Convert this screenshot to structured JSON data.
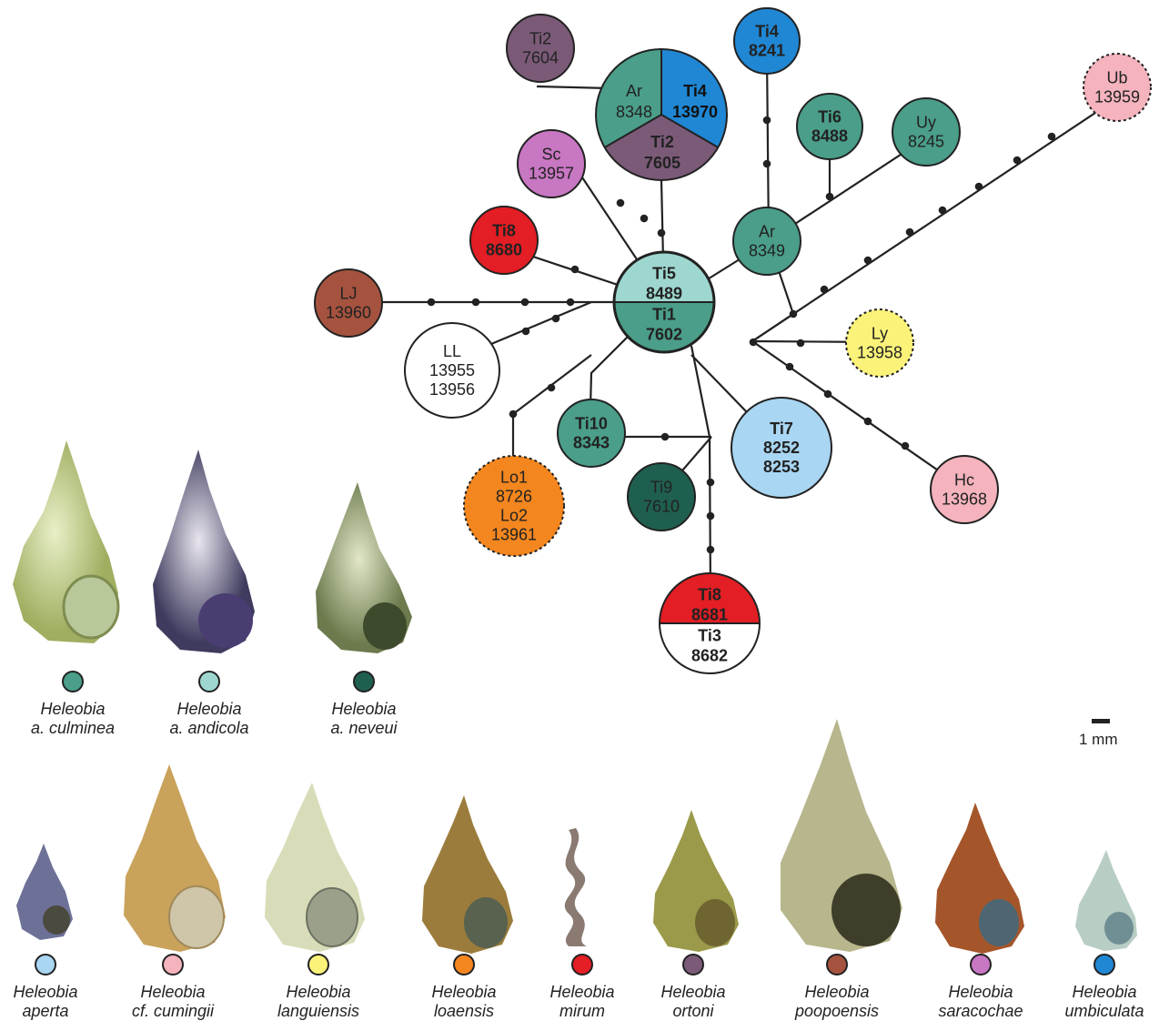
{
  "colors": {
    "culminea": "#4a9e8a",
    "andicola": "#9ed7cf",
    "neveui": "#1f5f4f",
    "aperta": "#a9d6f2",
    "cumingii": "#f4b3bd",
    "languiensis": "#fbf27a",
    "loaensis": "#f3861e",
    "mirum": "#e31e24",
    "ortoni": "#7b5a78",
    "poopoensis": "#a5533f",
    "saracochae": "#c877c3",
    "umbiculata": "#1f87d4"
  },
  "nodes": [
    {
      "id": "center",
      "top": "Ti5",
      "top2": "8489",
      "bottom": "Ti1",
      "bottom2": "7602"
    },
    {
      "id": "ti2_7604",
      "lines": [
        "Ti2",
        "7604"
      ]
    },
    {
      "id": "big_pie",
      "a": "Ar",
      "a2": "8348",
      "b": "Ti4",
      "b2": "13970",
      "c": "Ti2",
      "c2": "7605"
    },
    {
      "id": "ti4_8241",
      "lines": [
        "Ti4",
        "8241"
      ]
    },
    {
      "id": "ti6_8488",
      "lines": [
        "Ti6",
        "8488"
      ]
    },
    {
      "id": "uy_8245",
      "lines": [
        "Uy",
        "8245"
      ]
    },
    {
      "id": "ub_13959",
      "lines": [
        "Ub",
        "13959"
      ]
    },
    {
      "id": "sc_13957",
      "lines": [
        "Sc",
        "13957"
      ]
    },
    {
      "id": "ar_8349",
      "lines": [
        "Ar",
        "8349"
      ]
    },
    {
      "id": "ti8_8680",
      "lines": [
        "Ti8",
        "8680"
      ]
    },
    {
      "id": "lj_13960",
      "lines": [
        "LJ",
        "13960"
      ]
    },
    {
      "id": "ll",
      "lines": [
        "LL",
        "13955",
        "13956"
      ]
    },
    {
      "id": "ly_13958",
      "lines": [
        "Ly",
        "13958"
      ]
    },
    {
      "id": "ti10_8343",
      "lines": [
        "Ti10",
        "8343"
      ]
    },
    {
      "id": "ti7",
      "lines": [
        "Ti7",
        "8252",
        "8253"
      ]
    },
    {
      "id": "lo",
      "lines": [
        "Lo1",
        "8726",
        "Lo2",
        "13961"
      ]
    },
    {
      "id": "ti9_7610",
      "lines": [
        "Ti9",
        "7610"
      ]
    },
    {
      "id": "hc_13968",
      "lines": [
        "Hc",
        "13968"
      ]
    },
    {
      "id": "ti8_ti3",
      "top": "Ti8",
      "top2": "8681",
      "bottom": "Ti3",
      "bottom2": "8682"
    }
  ],
  "legend_top": [
    {
      "line1": "Heleobia",
      "line2": "a. culminea",
      "color_key": "culminea"
    },
    {
      "line1": "Heleobia",
      "line2": "a. andicola",
      "color_key": "andicola"
    },
    {
      "line1": "Heleobia",
      "line2": "a. neveui",
      "color_key": "neveui"
    }
  ],
  "legend_bottom": [
    {
      "line1": "Heleobia",
      "line2": "aperta",
      "color_key": "aperta"
    },
    {
      "line1": "Heleobia",
      "line2": "cf. cumingii",
      "color_key": "cumingii"
    },
    {
      "line1": "Heleobia",
      "line2": "languiensis",
      "color_key": "languiensis"
    },
    {
      "line1": "Heleobia",
      "line2": "loaensis",
      "color_key": "loaensis"
    },
    {
      "line1": "Heleobia",
      "line2": "mirum",
      "color_key": "mirum"
    },
    {
      "line1": "Heleobia",
      "line2": "ortoni",
      "color_key": "ortoni"
    },
    {
      "line1": "Heleobia",
      "line2": "poopoensis",
      "color_key": "poopoensis"
    },
    {
      "line1": "Heleobia",
      "line2": "saracochae",
      "color_key": "saracochae"
    },
    {
      "line1": "Heleobia",
      "line2": "umbiculata",
      "color_key": "umbiculata"
    }
  ],
  "scale_label": "1 mm"
}
